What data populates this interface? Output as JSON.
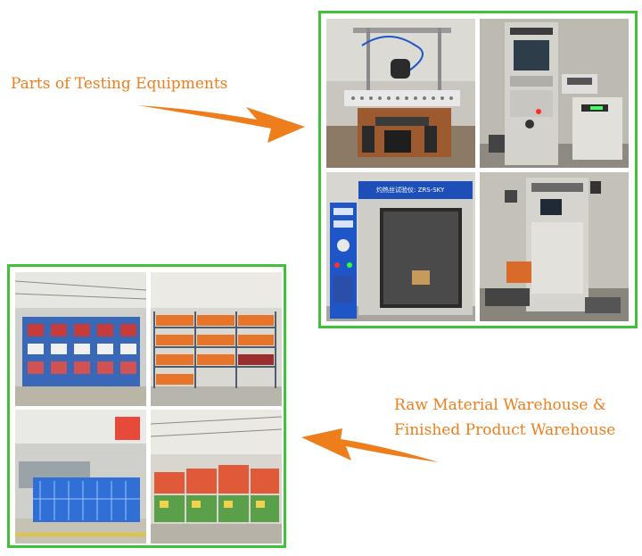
{
  "captions": {
    "testing": "Parts of Testing Equipments",
    "warehouse_line1": "Raw Material Warehouse &",
    "warehouse_line2": "Finished Product Warehouse"
  },
  "colors": {
    "caption": "#ee7d1b",
    "frame_border": "#3fc23a",
    "arrow": "#ee7d1b"
  },
  "testing_photos": {
    "equipment_panel_label": "灼热丝试验仪: ZRS-SKY"
  },
  "icons": {
    "arrow_right": "arrow-right-icon",
    "arrow_left": "arrow-left-icon"
  }
}
